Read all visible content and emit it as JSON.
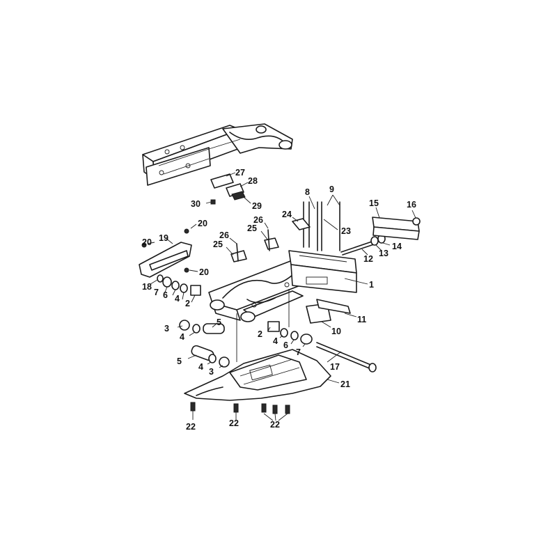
{
  "callouts": {
    "c1": "1",
    "c2a": "2",
    "c2b": "2",
    "c3a": "3",
    "c3b": "3",
    "c4a": "4",
    "c4b": "4",
    "c4c": "4",
    "c5a": "5",
    "c5b": "5",
    "c6a": "6",
    "c6b": "6",
    "c7a": "7",
    "c7b": "7",
    "c8": "8",
    "c9": "9",
    "c10": "10",
    "c11": "11",
    "c12": "12",
    "c13": "13",
    "c14": "14",
    "c15": "15",
    "c16": "16",
    "c17": "17",
    "c18": "18",
    "c19": "19",
    "c20a": "20",
    "c20b": "20",
    "c20c": "20",
    "c21": "21",
    "c22a": "22",
    "c22b": "22",
    "c22c": "22",
    "c23": "23",
    "c24": "24",
    "c25a": "25",
    "c25b": "25",
    "c26a": "26",
    "c26b": "26",
    "c27": "27",
    "c28": "28",
    "c29": "29",
    "c30": "30"
  }
}
